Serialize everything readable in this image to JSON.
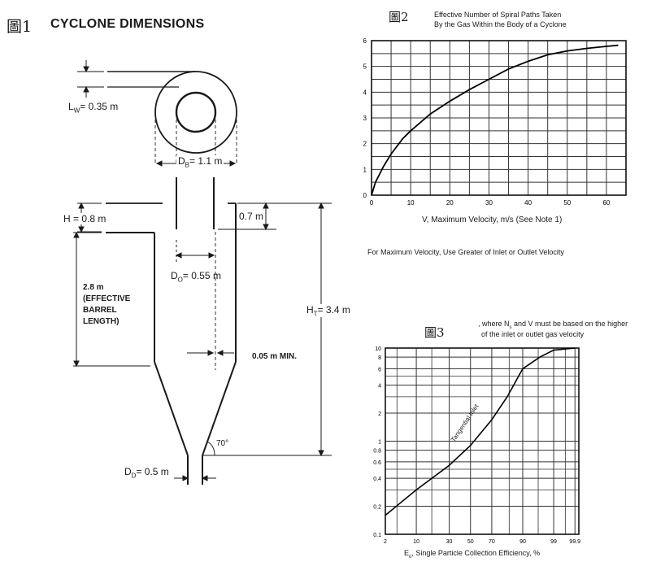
{
  "figure1": {
    "label": "圖1",
    "title": "CYCLONE DIMENSIONS",
    "dims": {
      "lw": "L",
      "lw_sub": "W",
      "lw_val": "= 0.35 m",
      "db": "D",
      "db_sub": "B",
      "db_val": "= 1.1 m",
      "h": "H = 0.8 m",
      "outlet_len": "0.7 m",
      "do": "D",
      "do_sub": "O",
      "do_val": "= 0.55 m",
      "barrel_1": "2.8 m",
      "barrel_2": "(EFFECTIVE",
      "barrel_3": "BARREL",
      "barrel_4": "LENGTH)",
      "ht": "H",
      "ht_sub": "T",
      "ht_val": "= 3.4 m",
      "min_gap": "0.05 m MIN.",
      "angle": "70°",
      "dd": "D",
      "dd_sub": "D",
      "dd_val": "= 0.5 m"
    }
  },
  "figure2": {
    "label": "圖2",
    "title_line1": "Effective Number of Spiral Paths Taken",
    "title_line2": "By the Gas Within the Body of a Cyclone",
    "xlabel": "V, Maximum Velocity, m/s  (See Note 1)",
    "note": "For Maximum Velocity, Use Greater of Inlet or Outlet Velocity"
  },
  "figure3": {
    "label": "圖3",
    "note_line1": ", where N",
    "note_sub": "s",
    "note_line1b": " and V must be based on the higher",
    "note_line2": "of the inlet or outlet gas velocity",
    "xlabel_main": "E",
    "xlabel_sub": "o",
    "xlabel_rest": ", Single Particle Collection Efficiency, %",
    "curve_label": "Tangential Inlet"
  },
  "chart_data": [
    {
      "type": "line",
      "xlim": [
        0,
        65
      ],
      "ylim": [
        0,
        6
      ],
      "x_ticks": [
        0,
        10,
        20,
        30,
        40,
        50,
        60
      ],
      "y_ticks": [
        0,
        1,
        2,
        3,
        4,
        5,
        6
      ],
      "grid": true,
      "series": [
        {
          "x": [
            0,
            1,
            3,
            5,
            8,
            10,
            15,
            20,
            25,
            30,
            35,
            40,
            45,
            50,
            55,
            60,
            63
          ],
          "y": [
            0,
            0.5,
            1.1,
            1.6,
            2.2,
            2.5,
            3.15,
            3.65,
            4.1,
            4.5,
            4.9,
            5.2,
            5.45,
            5.6,
            5.7,
            5.78,
            5.82
          ]
        }
      ]
    },
    {
      "type": "line",
      "x_ticks": [
        "2",
        "10",
        "30",
        "50",
        "70",
        "90",
        "99",
        "99.9"
      ],
      "y_scale": "log",
      "y_ticks": [
        "0.1",
        "0.2",
        "0.4",
        "0.6",
        "0.8",
        "1",
        "2",
        "4",
        "6",
        "8",
        "10"
      ],
      "grid": true,
      "series": [
        {
          "name": "Tangential Inlet",
          "x": [
            2,
            10,
            30,
            50,
            70,
            80,
            90,
            95,
            99,
            99.9
          ],
          "y": [
            0.16,
            0.3,
            0.55,
            0.9,
            1.7,
            3.0,
            6.0,
            8.0,
            9.5,
            10.0
          ]
        }
      ]
    }
  ]
}
